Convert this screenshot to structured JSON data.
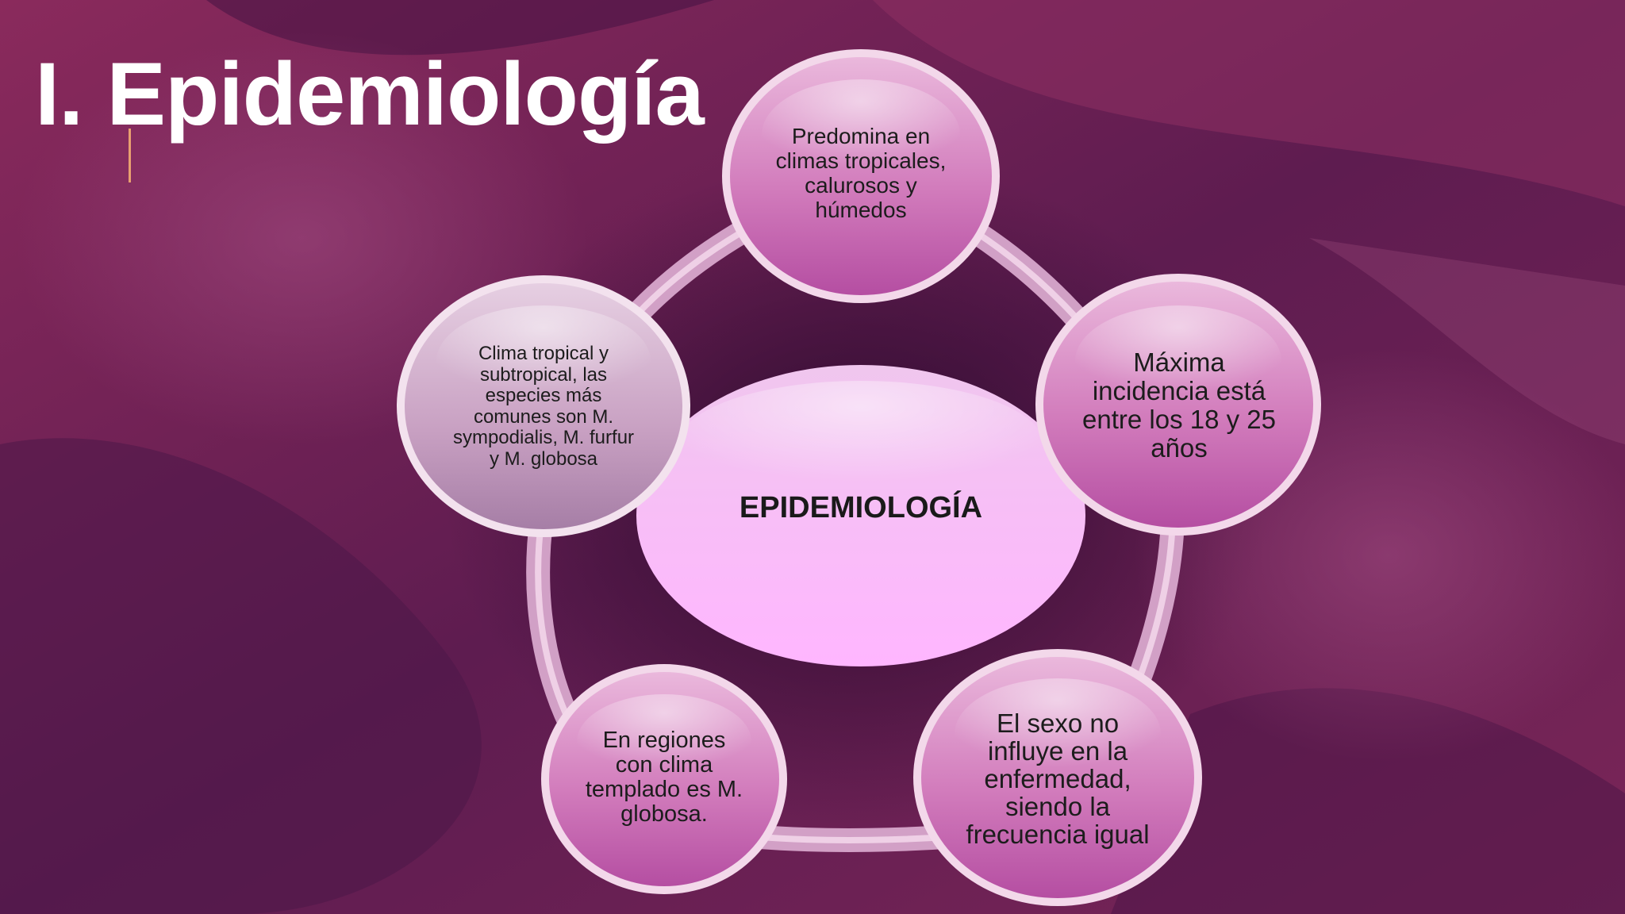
{
  "slide": {
    "title": "I. Epidemiología",
    "colors": {
      "accent": "#e8a070",
      "ring": "#e6b7d6",
      "center": "#f5b8f0"
    }
  },
  "diagram": {
    "center": {
      "label": "EPIDEMIOLOGÍA"
    },
    "nodes": [
      {
        "lines": [
          "Predomina en",
          "climas tropicales,",
          "calurosos y",
          "húmedos"
        ]
      },
      {
        "lines": [
          "Máxima",
          "incidencia está",
          "entre los 18 y 25",
          "años"
        ]
      },
      {
        "lines": [
          "El sexo no",
          "influye en la",
          "enfermedad,",
          "siendo la",
          "frecuencia igual"
        ]
      },
      {
        "lines": [
          "En regiones",
          "con clima",
          "templado es M.",
          "globosa."
        ]
      },
      {
        "lines": [
          "Clima tropical y",
          "subtropical, las",
          "especies más",
          "comunes son M.",
          "sympodialis, M. furfur",
          "y M. globosa"
        ]
      }
    ]
  }
}
